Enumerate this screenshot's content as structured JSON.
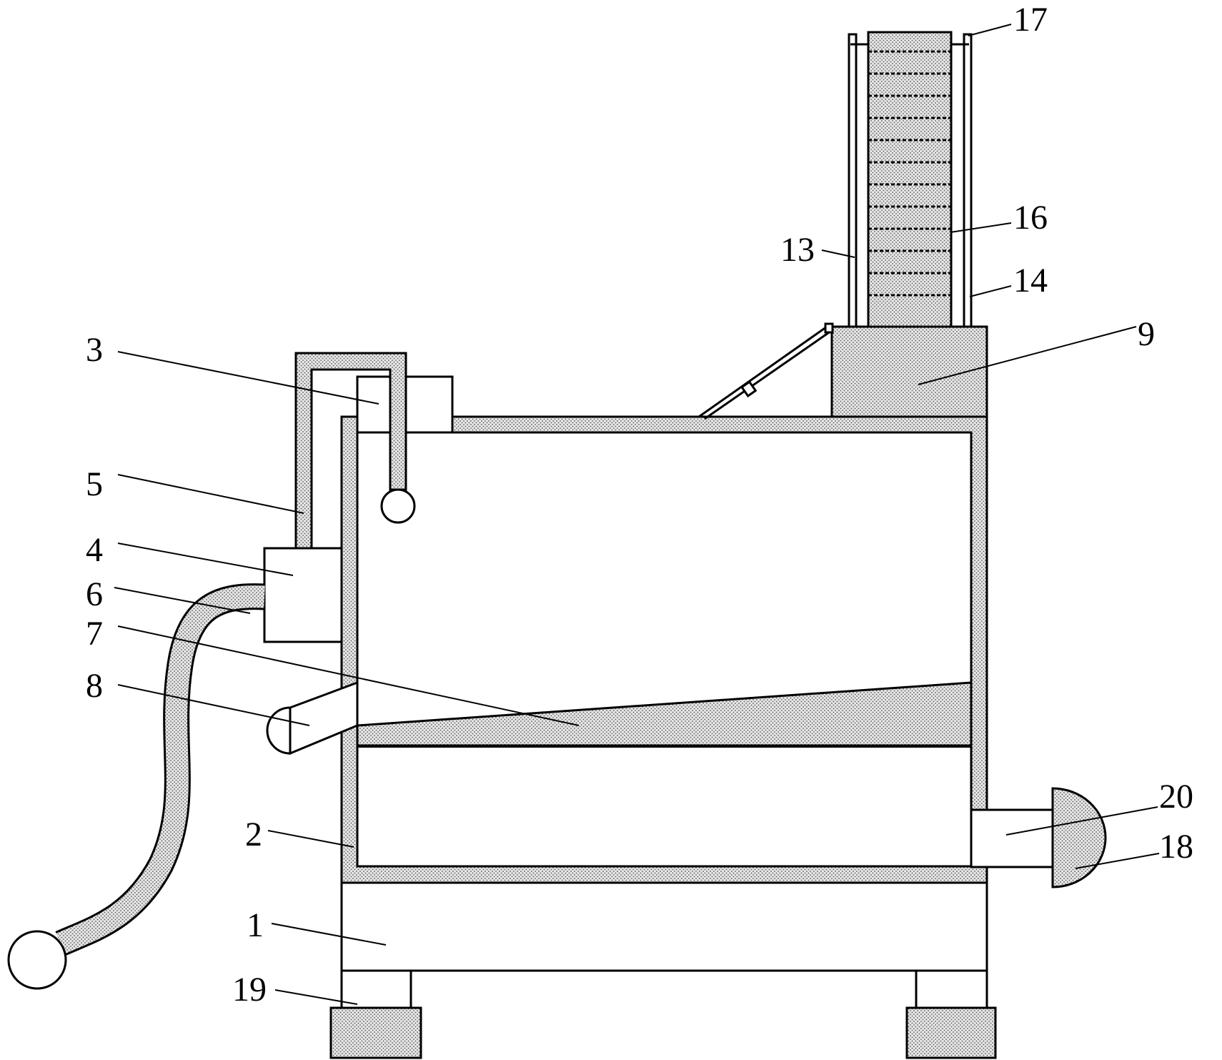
{
  "colors": {
    "line": "#000000",
    "hatch_dot": "#555555",
    "hatch_bg": "#e6e6e6",
    "background": "#ffffff"
  },
  "labels": {
    "l1": "1",
    "l2": "2",
    "l3": "3",
    "l4": "4",
    "l5": "5",
    "l6": "6",
    "l7": "7",
    "l8": "8",
    "l9": "9",
    "l13": "13",
    "l14": "14",
    "l16": "16",
    "l17": "17",
    "l18": "18",
    "l19": "19",
    "l20": "20"
  }
}
